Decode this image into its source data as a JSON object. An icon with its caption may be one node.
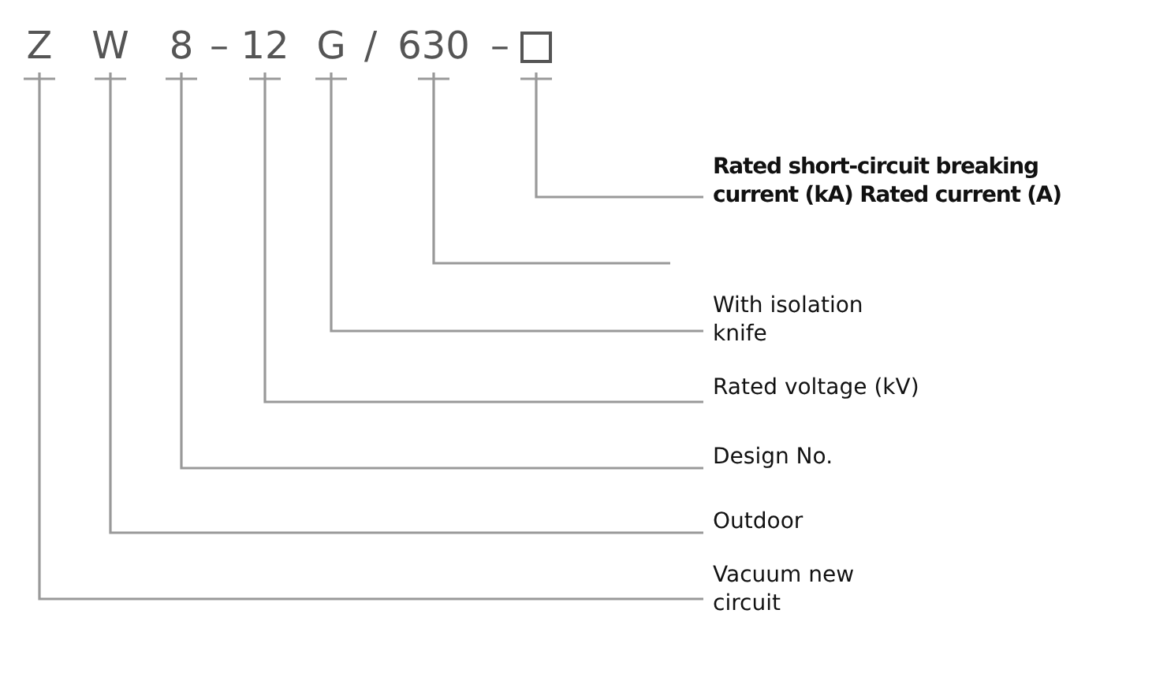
{
  "diagram": {
    "nodes": [
      {
        "text": [
          "Z"
        ]
      },
      {
        "text": [
          "W"
        ]
      },
      {
        "text": [
          "8"
        ]
      },
      {
        "text": [
          "12"
        ]
      },
      {
        "text": [
          "G"
        ]
      },
      {
        "text": [
          "630"
        ]
      },
      {
        "text": [],
        "shape": "box"
      },
      {
        "text": [
          "Rated short-circuit breaking current (kA) Rated current (A)"
        ]
      },
      {
        "text": [
          "With isolation knife"
        ]
      },
      {
        "text": [
          "Rated voltage (kV)"
        ]
      },
      {
        "text": [
          "Design No."
        ]
      },
      {
        "text": [
          "Outdoor"
        ]
      },
      {
        "text": [
          "Vacuum new circuit"
        ]
      }
    ],
    "edges": [
      {
        "from": 6,
        "to": 7,
        "arrow": "none"
      },
      {
        "from": 5,
        "to": null,
        "arrow": "none"
      },
      {
        "from": 4,
        "to": 8,
        "arrow": "none"
      },
      {
        "from": 3,
        "to": 9,
        "arrow": "none"
      },
      {
        "from": 2,
        "to": 10,
        "arrow": "none"
      },
      {
        "from": 1,
        "to": 11,
        "arrow": "none"
      },
      {
        "from": 0,
        "to": 12,
        "arrow": "none"
      }
    ],
    "labels": [
      "–",
      "/",
      "–"
    ]
  }
}
